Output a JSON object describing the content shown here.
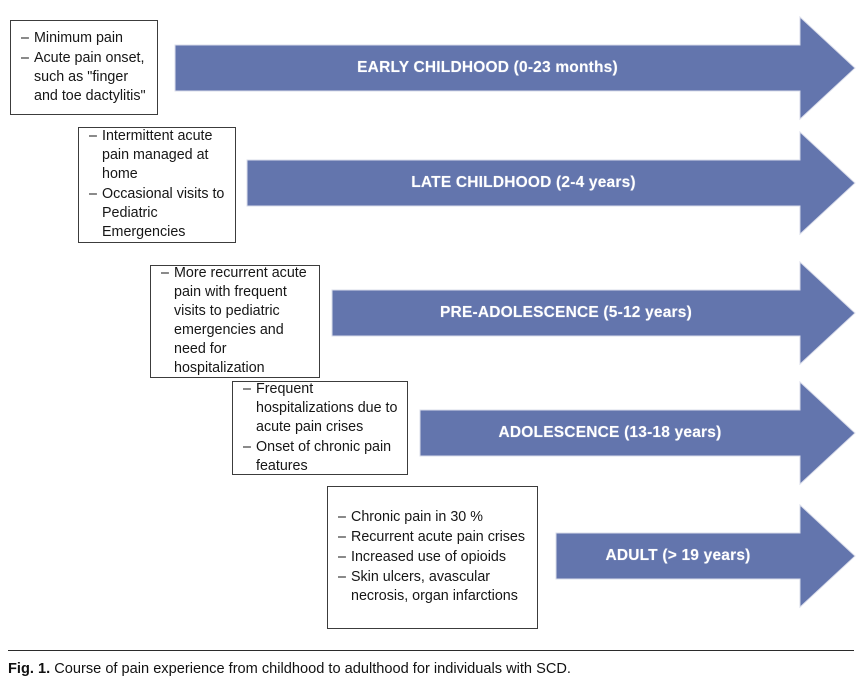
{
  "figure": {
    "caption_label": "Fig. 1.",
    "caption_text": "Course of pain experience from childhood to adulthood for individuals with SCD.",
    "arrow_color": "#6375ad",
    "arrow_outline_color": "#d9dcea",
    "box_border_color": "#3c3c3c",
    "text_color": "#161616",
    "arrow_label_color": "#ffffff"
  },
  "stages": [
    {
      "id": "early-childhood",
      "arrow_label": "EARLY CHILDHOOD (0-23 months)",
      "bullets": [
        "Minimum pain",
        "Acute pain onset, such as \"finger and toe dactylitis\""
      ]
    },
    {
      "id": "late-childhood",
      "arrow_label": "LATE CHILDHOOD (2-4 years)",
      "bullets": [
        "Intermittent acute pain managed at home",
        "Occasional visits to Pediatric Emergencies"
      ]
    },
    {
      "id": "pre-adolescence",
      "arrow_label": "PRE-ADOLESCENCE (5-12 years)",
      "bullets": [
        "More recurrent acute pain with frequent visits to pediatric emergencies and need for hospitalization"
      ]
    },
    {
      "id": "adolescence",
      "arrow_label": "ADOLESCENCE (13-18 years)",
      "bullets": [
        "Frequent hospitalizations due to acute pain crises",
        "Onset of chronic pain features"
      ]
    },
    {
      "id": "adult",
      "arrow_label": "ADULT (> 19 years)",
      "bullets": [
        "Chronic pain in 30 %",
        "Recurrent acute pain crises",
        "Increased use of opioids",
        "Skin ulcers, avascular necrosis, organ infarctions"
      ]
    }
  ]
}
